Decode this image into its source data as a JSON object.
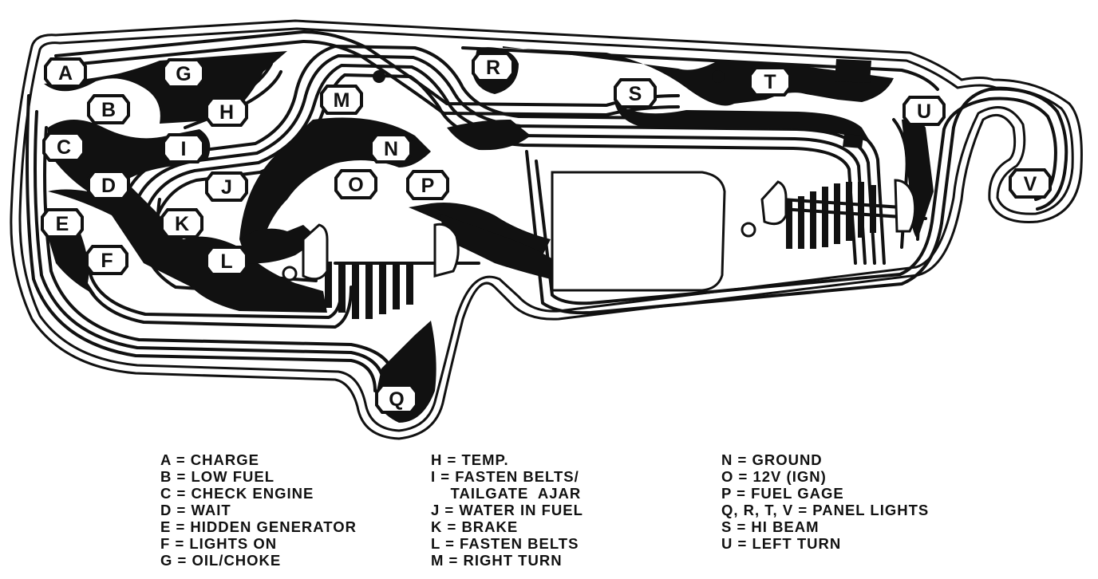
{
  "diagram": {
    "connectors": [
      "A",
      "B",
      "C",
      "D",
      "E",
      "F",
      "G",
      "H",
      "I",
      "J",
      "K",
      "L",
      "M",
      "N",
      "O",
      "P",
      "Q",
      "R",
      "S",
      "T",
      "U",
      "V"
    ]
  },
  "legend": {
    "col1": [
      "A = CHARGE",
      "B = LOW FUEL",
      "C = CHECK ENGINE",
      "D = WAIT",
      "E = HIDDEN GENERATOR",
      "F = LIGHTS ON",
      "G = OIL/CHOKE"
    ],
    "col2": [
      "H = TEMP.",
      "I = FASTEN BELTS/",
      "    TAILGATE  AJAR",
      "J = WATER IN FUEL",
      "K = BRAKE",
      "L = FASTEN BELTS",
      "M = RIGHT TURN"
    ],
    "col3": [
      "N = GROUND",
      "O = 12V (IGN)",
      "P = FUEL GAGE",
      "Q, R, T, V = PANEL LIGHTS",
      "S = HI BEAM",
      "U = LEFT TURN"
    ]
  },
  "colors": {
    "ink": "#111111",
    "paper": "#ffffff"
  }
}
